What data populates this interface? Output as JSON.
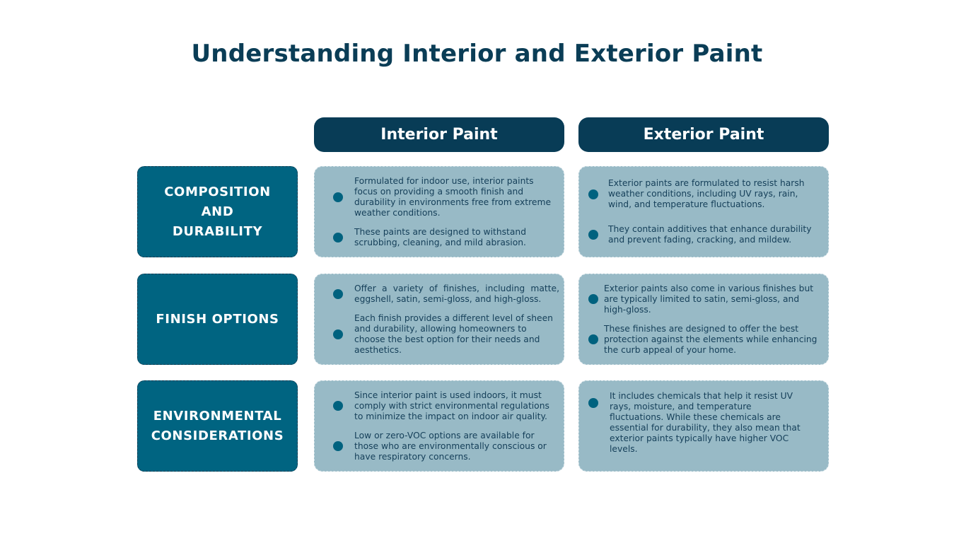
{
  "title": "Understanding Interior and Exterior Paint",
  "columns": {
    "interior": "Interior Paint",
    "exterior": "Exterior Paint"
  },
  "colors": {
    "title": "#0a3d56",
    "column_header_bg": "#083c56",
    "row_label_bg": "#006481",
    "cell_bg": "#98bac6",
    "bullet_dot": "#00627f",
    "text": "#16405a"
  },
  "rows": [
    {
      "label": "COMPOSITION AND DURABILITY",
      "interior": [
        "Formulated for indoor use, interior paints focus on providing a smooth finish and durability in environments free from extreme weather conditions.",
        "These paints are designed to withstand scrubbing, cleaning, and mild abrasion."
      ],
      "exterior": [
        "Exterior paints are formulated to resist harsh weather conditions, including UV rays, rain, wind, and temperature fluctuations.",
        "They contain additives that enhance durability and prevent fading, cracking, and mildew."
      ]
    },
    {
      "label": "FINISH OPTIONS",
      "interior": [
        "Offer a variety of finishes, including matte, eggshell, satin, semi-gloss, and high-gloss.",
        "Each finish provides a different level of sheen and durability, allowing homeowners to choose the best option for their needs and aesthetics."
      ],
      "exterior": [
        "Exterior paints also come in various finishes but are typically limited to satin, semi-gloss, and high-gloss.",
        "These finishes are designed to offer the best protection against the elements while enhancing the curb appeal of your home."
      ]
    },
    {
      "label": "ENVIRONMENTAL CONSIDERATIONS",
      "interior": [
        "Since interior paint is used indoors, it must comply with strict environmental regulations to minimize the impact on indoor air quality.",
        "Low or zero-VOC options are available for those who are environmentally conscious or have respiratory concerns."
      ],
      "exterior": [
        "It includes chemicals that help it resist UV rays, moisture, and temperature fluctuations. While these chemicals are essential for durability, they also mean that exterior paints typically have higher VOC levels."
      ]
    }
  ]
}
